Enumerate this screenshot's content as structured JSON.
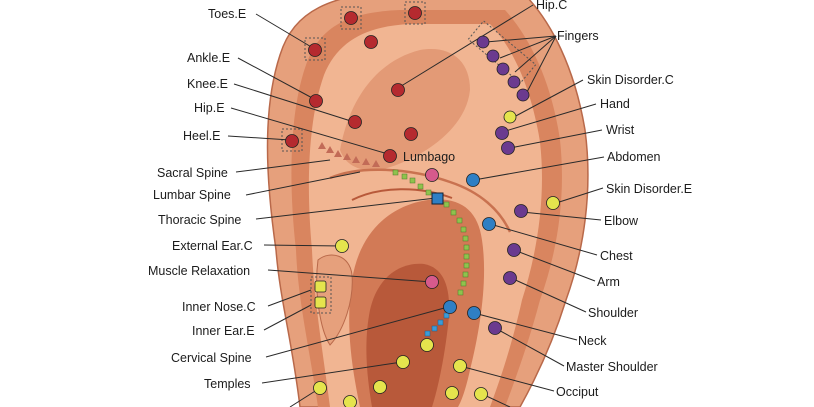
{
  "colors": {
    "ear_outer": "#e6a07c",
    "ear_inner": "#f1b592",
    "ear_shadow": "#c97250",
    "ear_deep": "#b8593a",
    "foot_group": "#b52a2f",
    "hand_group": "#6b3a8f",
    "organ_group": "#2f7fc4",
    "head_group": "#e5e44d",
    "spine_pink": "#d65a8c",
    "spine_square": "#3b9bd8",
    "spine_green": "#8fc24d",
    "spine_triangle": "#c26b57"
  },
  "labels": [
    {
      "id": "toes",
      "text": "Toes.E",
      "group": "foot"
    },
    {
      "id": "hip-c",
      "text": "Hip.C",
      "group": "foot"
    },
    {
      "id": "fingers",
      "text": "Fingers",
      "group": "hand"
    },
    {
      "id": "ankle",
      "text": "Ankle.E",
      "group": "foot"
    },
    {
      "id": "knee",
      "text": "Knee.E",
      "group": "foot"
    },
    {
      "id": "hip-e",
      "text": "Hip.E",
      "group": "foot"
    },
    {
      "id": "heel",
      "text": "Heel.E",
      "group": "foot"
    },
    {
      "id": "skin-disorder-c",
      "text": "Skin Disorder.C",
      "group": "head"
    },
    {
      "id": "hand",
      "text": "Hand",
      "group": "hand"
    },
    {
      "id": "wrist",
      "text": "Wrist",
      "group": "hand"
    },
    {
      "id": "abdomen",
      "text": "Abdomen",
      "group": "organ"
    },
    {
      "id": "lumbago",
      "text": "Lumbago",
      "group": "spine"
    },
    {
      "id": "sacral-spine",
      "text": "Sacral Spine",
      "group": "spine"
    },
    {
      "id": "lumbar-spine",
      "text": "Lumbar Spine",
      "group": "spine"
    },
    {
      "id": "skin-disorder-e",
      "text": "Skin Disorder.E",
      "group": "head"
    },
    {
      "id": "thoracic-spine",
      "text": "Thoracic Spine",
      "group": "spine"
    },
    {
      "id": "elbow",
      "text": "Elbow",
      "group": "hand"
    },
    {
      "id": "external-ear",
      "text": "External Ear.C",
      "group": "head"
    },
    {
      "id": "chest",
      "text": "Chest",
      "group": "organ"
    },
    {
      "id": "muscle-relaxation",
      "text": "Muscle Relaxation",
      "group": "spine"
    },
    {
      "id": "arm",
      "text": "Arm",
      "group": "hand"
    },
    {
      "id": "inner-nose",
      "text": "Inner Nose.C",
      "group": "head"
    },
    {
      "id": "shoulder",
      "text": "Shoulder",
      "group": "hand"
    },
    {
      "id": "inner-ear",
      "text": "Inner Ear.E",
      "group": "head"
    },
    {
      "id": "neck",
      "text": "Neck",
      "group": "organ"
    },
    {
      "id": "cervical-spine",
      "text": "Cervical Spine",
      "group": "spine"
    },
    {
      "id": "master-shoulder",
      "text": "Master Shoulder",
      "group": "hand"
    },
    {
      "id": "temples",
      "text": "Temples",
      "group": "head"
    },
    {
      "id": "occiput",
      "text": "Occiput",
      "group": "head"
    }
  ]
}
